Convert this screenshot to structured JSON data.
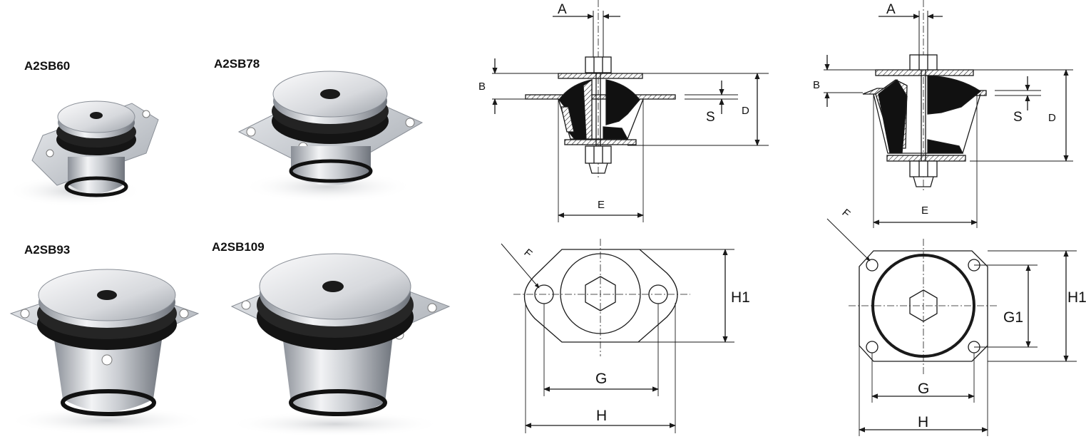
{
  "products": [
    {
      "label": "A2SB60"
    },
    {
      "label": "A2SB78"
    },
    {
      "label": "A2SB93"
    },
    {
      "label": "A2SB109"
    }
  ],
  "drawing_oval": {
    "side_labels": {
      "a": "A",
      "b": "B",
      "s": "S",
      "d": "D",
      "e": "E"
    },
    "plan_labels": {
      "f": "F",
      "h1": "H1",
      "g": "G",
      "h": "H"
    }
  },
  "drawing_square": {
    "side_labels": {
      "a": "A",
      "b": "B",
      "s": "S",
      "d": "D",
      "e": "E"
    },
    "plan_labels": {
      "f": "F",
      "h1": "H1",
      "g1": "G1",
      "g": "G",
      "h": "H"
    }
  },
  "colors": {
    "line": "#1a1a1a",
    "rubber": "#111111",
    "metal_light": "#e8e8ea",
    "metal_mid": "#b9bcc2",
    "metal_dark": "#7d828a"
  }
}
